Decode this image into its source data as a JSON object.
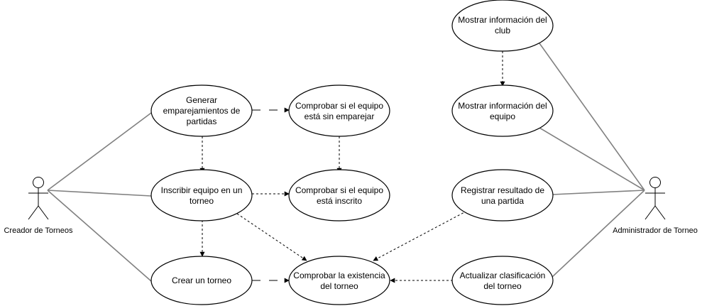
{
  "actors": {
    "creator": "Creador de Torneos",
    "admin": "Administrador de Torneo"
  },
  "use_cases": {
    "generar": [
      "Generar",
      "emparejamientos de",
      "partidas"
    ],
    "comprobar_sin_emparejar": [
      "Comprobar si el equipo",
      "está sin emparejar"
    ],
    "inscribir": [
      "Inscribir equipo en un",
      "torneo"
    ],
    "comprobar_inscrito": [
      "Comprobar si el equipo",
      "está inscrito"
    ],
    "crear": [
      "Crear un torneo"
    ],
    "comprobar_existencia": [
      "Comprobar la existencia",
      "del torneo"
    ],
    "mostrar_club": [
      "Mostrar información del",
      "club"
    ],
    "mostrar_equipo": [
      "Mostrar información del",
      "equipo"
    ],
    "registrar": [
      "Registrar resultado de",
      "una partida"
    ],
    "actualizar": [
      "Actualizar clasificación",
      "del torneo"
    ]
  }
}
